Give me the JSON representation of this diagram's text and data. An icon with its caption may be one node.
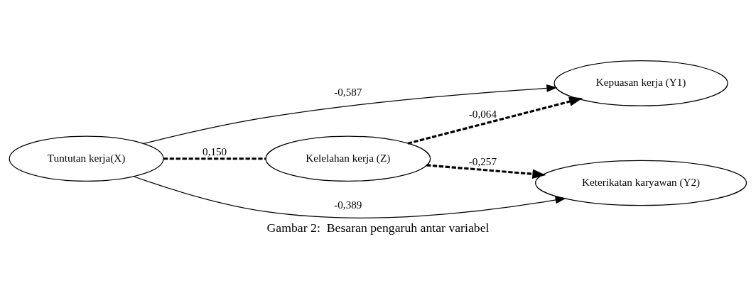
{
  "diagram": {
    "caption": "Gambar 2:  Besaran pengaruh antar variabel",
    "nodes": [
      {
        "text": [
          "Tuntutan kerja(X)"
        ]
      },
      {
        "text": [
          "Kelelahan kerja (Z)"
        ]
      },
      {
        "text": [
          "Kepuasan kerja (Y1)"
        ]
      },
      {
        "text": [
          "Keterikatan karyawan (Y2)"
        ]
      }
    ],
    "edges": [
      {
        "from": 0,
        "to": 2,
        "arrow": "to",
        "label": "-0,587"
      },
      {
        "from": 0,
        "to": 1,
        "arrow": "none",
        "label": "0,150",
        "style": "dashed"
      },
      {
        "from": 1,
        "to": 2,
        "arrow": "to",
        "label": "-0,064",
        "style": "dashed"
      },
      {
        "from": 1,
        "to": 3,
        "arrow": "to",
        "label": "-0,257",
        "style": "dashed"
      },
      {
        "from": 0,
        "to": 3,
        "arrow": "to",
        "label": "-0,389"
      }
    ]
  }
}
